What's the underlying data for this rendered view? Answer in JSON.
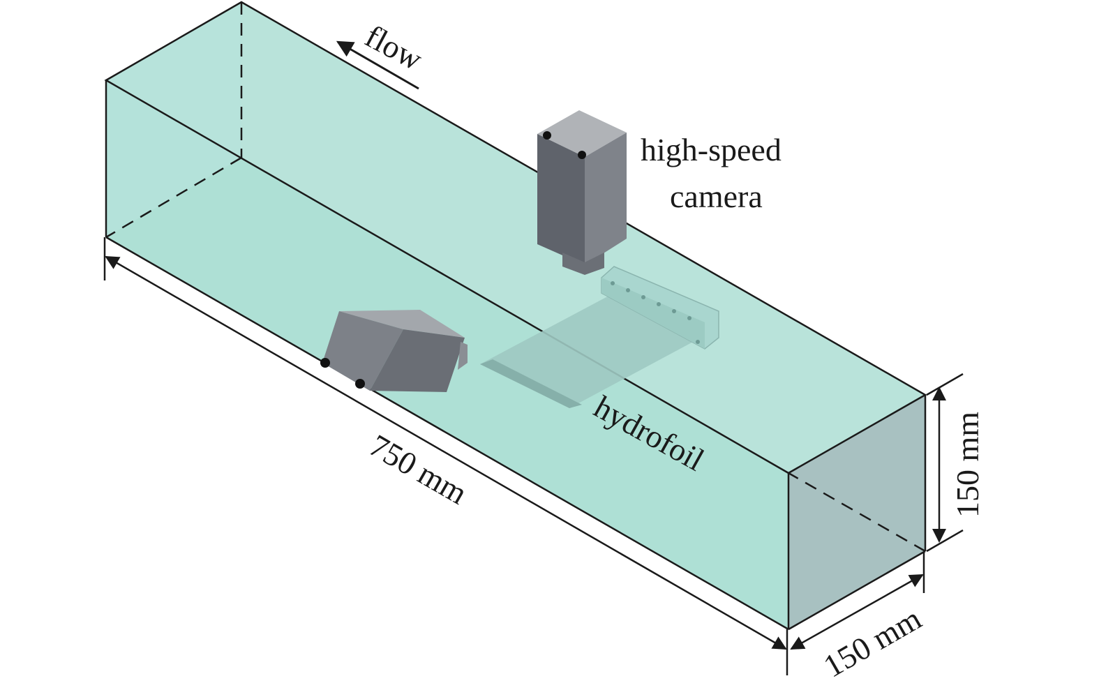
{
  "labels": {
    "flow": "flow",
    "camera_line1": "high-speed",
    "camera_line2": "camera",
    "hydrofoil": "hydrofoil",
    "length": "750 mm",
    "height": "150 mm",
    "width": "150 mm"
  },
  "colors": {
    "water_top": "#b9e3da",
    "water_side": "#ade0d4",
    "water_end": "#a9bfbf",
    "camera_light": "#a6a9ae",
    "camera_mid": "#7f838a",
    "camera_dark": "#5f636b",
    "hydrofoil": "#9cc6bf",
    "outline": "#1a1a1a"
  }
}
